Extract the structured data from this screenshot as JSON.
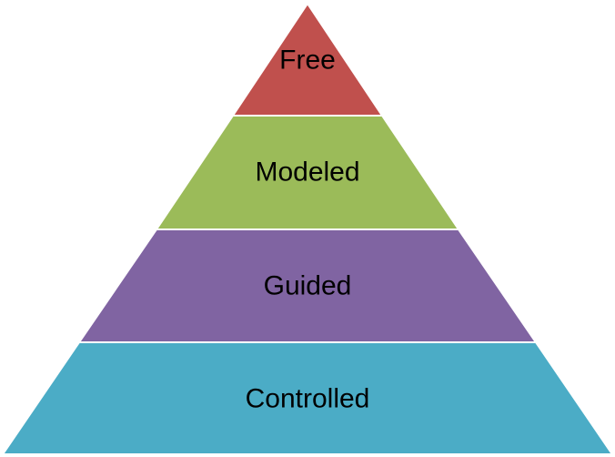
{
  "diagram": {
    "type": "pyramid",
    "tiers": [
      {
        "label": "Free",
        "color": "#C0504D"
      },
      {
        "label": "Modeled",
        "color": "#9BBB59"
      },
      {
        "label": "Guided",
        "color": "#8064A2"
      },
      {
        "label": "Controlled",
        "color": "#4BACC6"
      }
    ]
  }
}
